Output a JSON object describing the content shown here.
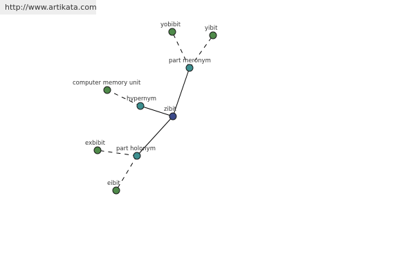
{
  "url": "http://www.artikata.com",
  "colors": {
    "center_node": "#3c4a8a",
    "relation_node": "#3d8f8f",
    "leaf_node": "#4f8a4a",
    "node_stroke": "#1a1a1a",
    "edge": "#000000"
  },
  "graph": {
    "center": "zibit",
    "relations": [
      {
        "name": "part meronym",
        "terms": [
          "yobibit",
          "yibit"
        ]
      },
      {
        "name": "hypernym",
        "terms": [
          "computer memory unit"
        ]
      },
      {
        "name": "part holonym",
        "terms": [
          "exbibit",
          "eibit"
        ]
      }
    ]
  }
}
